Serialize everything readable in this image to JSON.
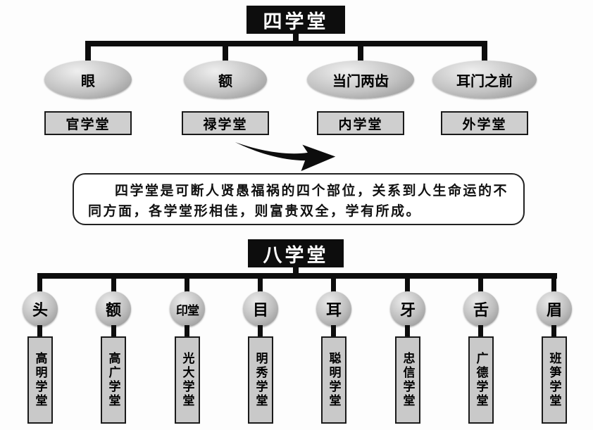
{
  "four": {
    "title": "四学堂",
    "description": "四学堂是可断人贤愚福祸的四个部位，关系到人生命运的不同方面，各学堂形相佳，则富贵双全，学有所成。",
    "columns": [
      {
        "part": "眼",
        "hall": "官学堂"
      },
      {
        "part": "额",
        "hall": "禄学堂"
      },
      {
        "part": "当门两齿",
        "hall": "内学堂"
      },
      {
        "part": "耳门之前",
        "hall": "外学堂"
      }
    ]
  },
  "eight": {
    "title": "八学堂",
    "columns": [
      {
        "part": "头",
        "hall": "高明学堂"
      },
      {
        "part": "额",
        "hall": "高广学堂"
      },
      {
        "part": "印堂",
        "hall": "光大学堂"
      },
      {
        "part": "目",
        "hall": "明秀学堂"
      },
      {
        "part": "耳",
        "hall": "聪明学堂"
      },
      {
        "part": "牙",
        "hall": "忠信学堂"
      },
      {
        "part": "舌",
        "hall": "广德学堂"
      },
      {
        "part": "眉",
        "hall": "班笋学堂"
      }
    ]
  },
  "icons": {
    "down_arrow": "swoosh-arrow-down"
  },
  "colors": {
    "header_bg": "#0d0d0d",
    "header_text": "#ffffff",
    "node_gray": "#bdbdbd",
    "box_gray": "#cfcfcf",
    "line_black": "#0d0d0d",
    "background": "#fdfdfd"
  }
}
